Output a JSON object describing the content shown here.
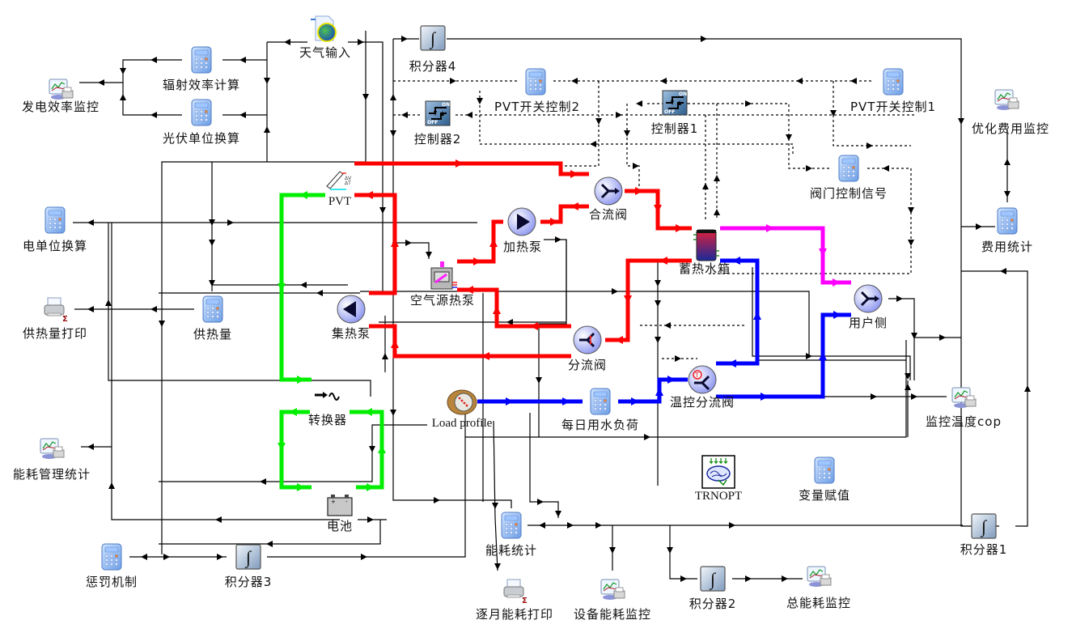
{
  "colors": {
    "hot_loop": "#ff0000",
    "pv_loop": "#00ee00",
    "cold_loop": "#0000ff",
    "user_loop": "#ff00ff",
    "signal": "#000000"
  },
  "components": [
    {
      "id": "weather",
      "type": "weather-icon",
      "label": "天气输入"
    },
    {
      "id": "integ4",
      "type": "integrator-icon",
      "label": "积分器4"
    },
    {
      "id": "radcalc",
      "type": "calculator-icon",
      "label": "辐射效率计算"
    },
    {
      "id": "pvunit",
      "type": "calculator-icon",
      "label": "光伏单位换算"
    },
    {
      "id": "genmon",
      "type": "plotter-icon",
      "label": "发电效率监控"
    },
    {
      "id": "pvtsw2",
      "type": "calculator-icon",
      "label": "PVT开关控制2"
    },
    {
      "id": "ctrl2",
      "type": "controller-icon",
      "label": "控制器2"
    },
    {
      "id": "ctrl1",
      "type": "controller-icon",
      "label": "控制器1"
    },
    {
      "id": "pvtsw1",
      "type": "calculator-icon",
      "label": "PVT开关控制1"
    },
    {
      "id": "valvesig",
      "type": "calculator-icon",
      "label": "阀门控制信号"
    },
    {
      "id": "optcost",
      "type": "plotter-icon",
      "label": "优化费用监控"
    },
    {
      "id": "coststat",
      "type": "calculator-icon",
      "label": "费用统计"
    },
    {
      "id": "pvt",
      "type": "pvt-collector-icon",
      "label": "PVT"
    },
    {
      "id": "merge",
      "type": "mixer-valve-icon",
      "label": "合流阀"
    },
    {
      "id": "heatpump",
      "type": "pump-right-icon",
      "label": "加热泵"
    },
    {
      "id": "tank",
      "type": "storage-tank-icon",
      "label": "蓄热水箱"
    },
    {
      "id": "elecunit",
      "type": "calculator-icon",
      "label": "电单位换算"
    },
    {
      "id": "ashp",
      "type": "air-source-heat-pump-icon",
      "label": "空气源热泵"
    },
    {
      "id": "heatprint",
      "type": "printer-icon",
      "label": "供热量打印"
    },
    {
      "id": "heatsupply",
      "type": "calculator-icon",
      "label": "供热量"
    },
    {
      "id": "colpump",
      "type": "pump-left-icon",
      "label": "集热泵"
    },
    {
      "id": "user",
      "type": "mixer-valve-icon",
      "label": "用户侧"
    },
    {
      "id": "divert",
      "type": "diverter-valve-icon",
      "label": "分流阀"
    },
    {
      "id": "inverter",
      "type": "inverter-icon",
      "label": "转换器"
    },
    {
      "id": "loadprof",
      "type": "water-meter-icon",
      "label": "Load profile"
    },
    {
      "id": "dailyload",
      "type": "calculator-icon",
      "label": "每日用水负荷"
    },
    {
      "id": "tempdiv",
      "type": "tempering-valve-icon",
      "label": "温控分流阀"
    },
    {
      "id": "cop",
      "type": "plotter-icon",
      "label": "监控温度cop"
    },
    {
      "id": "energymgmt",
      "type": "plotter-icon",
      "label": "能耗管理统计"
    },
    {
      "id": "trnopt",
      "type": "optimizer-icon",
      "label": "TRNOPT"
    },
    {
      "id": "varassign",
      "type": "calculator-icon",
      "label": "变量赋值"
    },
    {
      "id": "battery",
      "type": "battery-icon",
      "label": "电池"
    },
    {
      "id": "energystat",
      "type": "calculator-icon",
      "label": "能耗统计"
    },
    {
      "id": "integ1",
      "type": "integrator-icon",
      "label": "积分器1"
    },
    {
      "id": "penalty",
      "type": "calculator-icon",
      "label": "惩罚机制"
    },
    {
      "id": "integ3",
      "type": "integrator-icon",
      "label": "积分器3"
    },
    {
      "id": "monthprint",
      "type": "printer-icon",
      "label": "逐月能耗打印"
    },
    {
      "id": "devmon",
      "type": "plotter-icon",
      "label": "设备能耗监控"
    },
    {
      "id": "integ2",
      "type": "integrator-icon",
      "label": "积分器2"
    },
    {
      "id": "totalmon",
      "type": "plotter-icon",
      "label": "总能耗监控"
    }
  ]
}
